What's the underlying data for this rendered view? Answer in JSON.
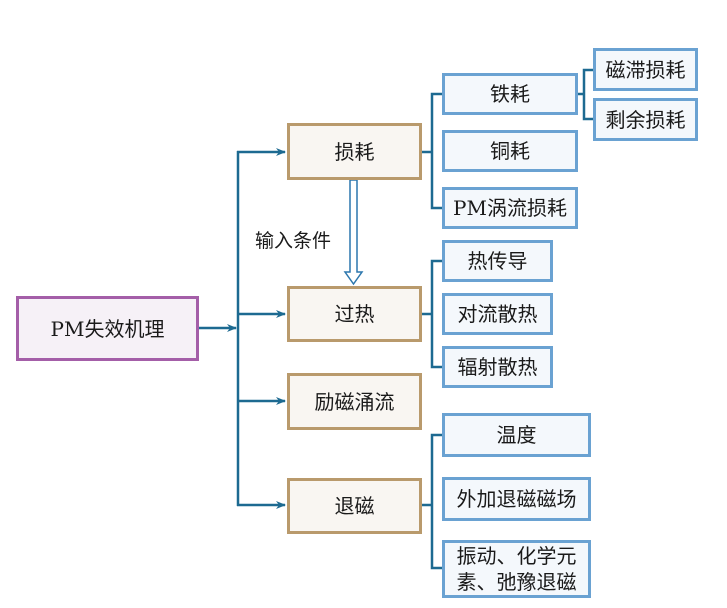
{
  "diagram": {
    "root": "PM失效机理",
    "edge_label": "输入条件",
    "colors": {
      "connector": "#1d6a91",
      "root_border": "#a45ea8",
      "level1_border": "#b99a6c",
      "level2_border": "#6aa2d2"
    },
    "level1": [
      {
        "label": "损耗",
        "children": [
          {
            "label": "铁耗",
            "children": [
              {
                "label": "磁滞损耗"
              },
              {
                "label": "剩余损耗"
              }
            ]
          },
          {
            "label": "铜耗"
          },
          {
            "label": "PM涡流损耗"
          }
        ]
      },
      {
        "label": "过热",
        "children": [
          {
            "label": "热传导"
          },
          {
            "label": "对流散热"
          },
          {
            "label": "辐射散热"
          }
        ]
      },
      {
        "label": "励磁涌流"
      },
      {
        "label": "退磁",
        "children": [
          {
            "label": "温度"
          },
          {
            "label": "外加退磁磁场"
          },
          {
            "label": "振动、化学元素、弛豫退磁"
          }
        ]
      }
    ]
  }
}
